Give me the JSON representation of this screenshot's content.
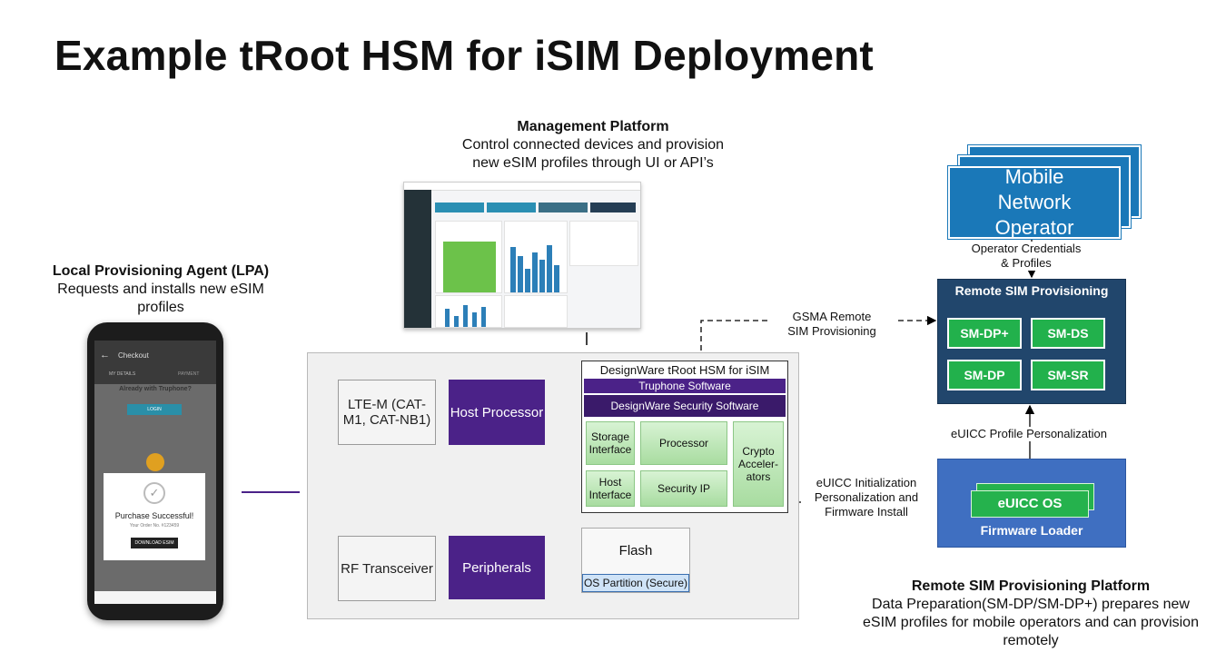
{
  "title": "Example tRoot HSM for iSIM Deployment",
  "management": {
    "heading": "Management Platform",
    "line1": "Control connected devices and provision",
    "line2": "new eSIM profiles through UI or API’s"
  },
  "lpa": {
    "heading": "Local Provisioning Agent (LPA)",
    "line1": "Requests and installs new eSIM",
    "line2": "profiles"
  },
  "phone": {
    "header": "Checkout",
    "tab_left": "MY DETAILS",
    "tab_right": "PAYMENT",
    "prompt": "Already with Truphone?",
    "login_label": "LOGIN",
    "success_title": "Purchase Successful!",
    "order_no": "Your Order No. #123459",
    "download_label": "DOWNLOAD ESIM"
  },
  "hardware": {
    "lte": "LTE-M (CAT-M1, CAT-NB1)",
    "host_processor": "Host Processor",
    "rf": "RF Transceiver",
    "peripherals": "Peripherals",
    "flash": "Flash",
    "os_partition": "OS Partition (Secure)"
  },
  "hsm": {
    "title": "DesignWare tRoot HSM for iSIM",
    "truphone_sw": "Truphone Software",
    "security_sw": "DesignWare Security Software",
    "storage": "Storage Interface",
    "processor": "Processor",
    "crypto": "Crypto Acceler- ators",
    "host_interface": "Host Interface",
    "security_ip": "Security IP"
  },
  "mno": {
    "label": "Mobile Network Operator",
    "credentials": "Operator Credentials",
    "profiles": "& Profiles"
  },
  "rsp": {
    "title": "Remote SIM Provisioning",
    "sm_dp_plus": "SM-DP+",
    "sm_ds": "SM-DS",
    "sm_dp": "SM-DP",
    "sm_sr": "SM-SR"
  },
  "gsma": {
    "line1": "GSMA Remote",
    "line2": "SIM Provisioning"
  },
  "euicc_personalization": "eUICC Profile Personalization",
  "euicc_init": {
    "line1": "eUICC Initialization",
    "line2": "Personalization and",
    "line3": "Firmware Install"
  },
  "firmware": {
    "os": "eUICC OS",
    "loader": "Firmware Loader"
  },
  "rsp_platform": {
    "heading": "Remote SIM Provisioning Platform",
    "line1": "Data Preparation(SM-DP/SM-DP+) prepares new",
    "line2": "eSIM profiles for mobile operators and can provision",
    "line3": "remotely"
  },
  "colors": {
    "purple": "#4b2288",
    "mno_blue": "#1a78b8",
    "rsp_navy": "#21466c",
    "sm_green": "#22b14c",
    "fw_blue": "#3f6fc1"
  }
}
